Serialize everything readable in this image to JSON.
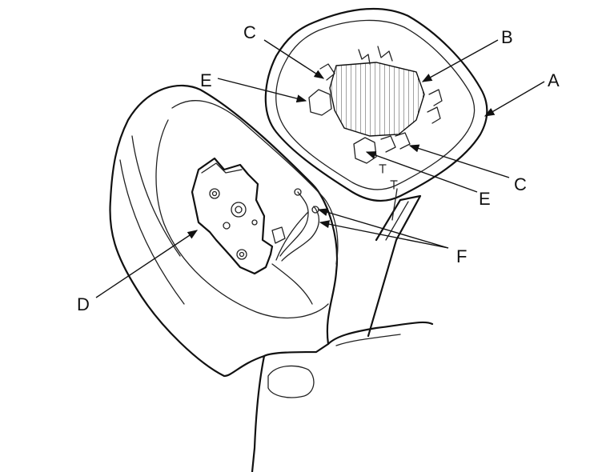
{
  "figure": {
    "labels": {
      "a": "A",
      "b": "B",
      "c_top": "C",
      "c_bottom": "C",
      "d": "D",
      "e_top": "E",
      "e_bottom": "E",
      "f": "F"
    }
  }
}
